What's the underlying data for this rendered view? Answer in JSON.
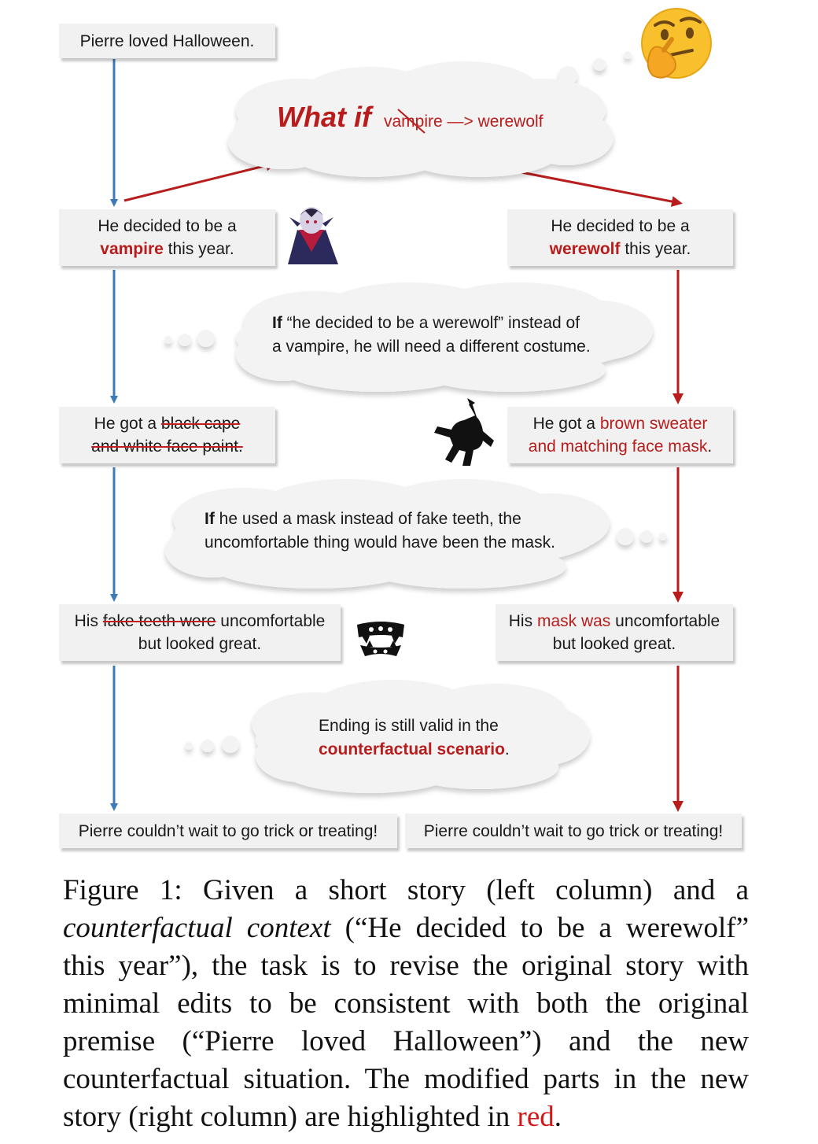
{
  "premise": "Pierre loved Halloween.",
  "what_if": {
    "title": "What if",
    "from_word": "vampire",
    "arrow": "—>",
    "to_word": "werewolf"
  },
  "left": {
    "s2_a": "He decided to be a",
    "s2_red": "vampire",
    "s2_b": "this year.",
    "s3_a": "He got a",
    "s3_struck1": "black cape",
    "s3_struck2": "and white face paint.",
    "s4_a": "His",
    "s4_struck": "fake teeth were",
    "s4_b": "uncomfortable",
    "s4_c": "but looked great.",
    "ending": "Pierre couldn’t wait to go trick or treating!"
  },
  "right": {
    "s2_a": "He decided to be a",
    "s2_red": "werewolf",
    "s2_b": "this year.",
    "s3_a": "He got a",
    "s3_red1": "brown sweater",
    "s3_red2": "and matching face mask",
    "s3_end": ".",
    "s4_a": "His",
    "s4_red": "mask was",
    "s4_b": "uncomfortable",
    "s4_c": "but looked great.",
    "ending": "Pierre couldn’t wait to go trick or treating!"
  },
  "thought1": {
    "if": "If",
    "line1": "“he decided to be a werewolf” instead of",
    "line2": "a vampire, he will need a different costume."
  },
  "thought2": {
    "if": "If",
    "line1": "he used a mask instead of fake teeth, the",
    "line2": "uncomfortable thing would have been the mask."
  },
  "thought3": {
    "line1": "Ending is still valid in the",
    "red": "counterfactual scenario",
    "end": "."
  },
  "icons": [
    "thinking-face-icon",
    "vampire-icon",
    "werewolf-icon",
    "fangs-icon"
  ],
  "colors": {
    "left_arrow": "#3d7ab8",
    "right_arrow": "#b81c1c",
    "highlight": "#b81c1c"
  },
  "caption": {
    "lead": "Figure 1:  Given a short story (left column) and a",
    "italic": "counterfactual context",
    "rest": "(“He decided to be a werewolf” this year”), the task is to revise the original story with minimal edits to be consistent with both the original premise (“Pierre loved Halloween”) and the new counterfactual situation. The modified parts in the new story (right column) are highlighted in",
    "red_word": "red",
    "end": "."
  }
}
